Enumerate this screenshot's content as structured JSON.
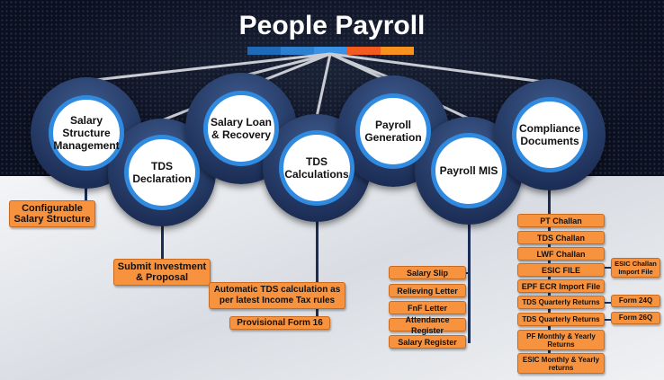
{
  "title": "People Payroll",
  "title_bar_colors": [
    "#1f6ab8",
    "#2d7fd0",
    "#3a92e6",
    "#f25a1e",
    "#f7921e"
  ],
  "modules": [
    {
      "label": "Salary Structure Management",
      "details": [
        "Configurable Salary Structure"
      ]
    },
    {
      "label": "TDS Declaration",
      "details": [
        "Submit Investment & Proposal"
      ]
    },
    {
      "label": "Salary Loan & Recovery",
      "details": []
    },
    {
      "label": "TDS Calculations",
      "details": [
        "Automatic TDS calculation as per latest Income Tax rules",
        "Provisional Form 16"
      ]
    },
    {
      "label": "Payroll Generation",
      "details": []
    },
    {
      "label": "Payroll MIS",
      "details": [
        "Salary Slip",
        "Relieving Letter",
        "FnF Letter",
        "Attendance Register",
        "Salary Register"
      ]
    },
    {
      "label": "Compliance Documents",
      "details": [
        "PT Challan",
        "TDS Challan",
        "LWF Challan",
        "ESIC FILE",
        "EPF ECR Import File",
        "TDS Quarterly Returns",
        "TDS Quarterly Returns",
        "PF Monthly & Yearly Returns",
        "ESIC Monthly & Yearly returns"
      ],
      "sub_details": [
        "ESIC Challan Import File",
        "Form 24Q",
        "Form 26Q"
      ]
    }
  ],
  "colors": {
    "ring": "#1b2d55",
    "inner_border": "#2f8ae0",
    "box": "#f7923e"
  }
}
